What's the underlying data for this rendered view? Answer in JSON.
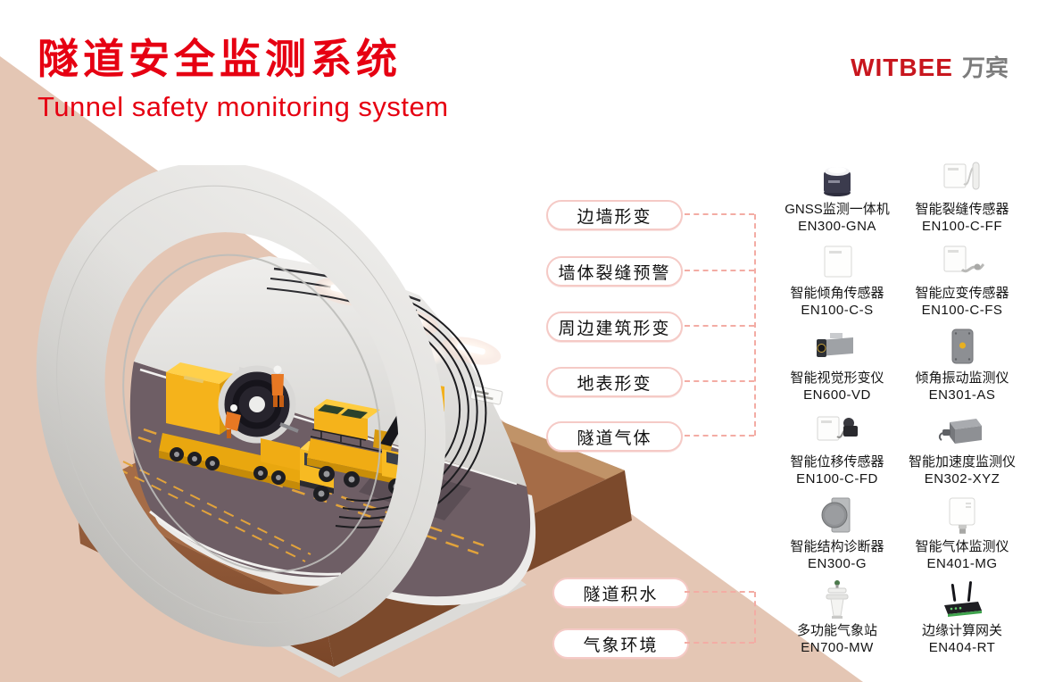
{
  "header": {
    "title": "隧道安全监测系统",
    "subtitle": "Tunnel safety monitoring system",
    "brand_en": "WITBEE",
    "brand_cn": "万宾"
  },
  "colors": {
    "accent_red": "#E60012",
    "brand_red": "#C8161E",
    "brand_gray": "#7C7C7C",
    "pill_border": "#F5CAC6",
    "dash_pink": "#F3ACA4",
    "beige_triangle": "#E4C6B4"
  },
  "categories": [
    {
      "label": "边墙形变"
    },
    {
      "label": "墙体裂缝预警"
    },
    {
      "label": "周边建筑形变"
    },
    {
      "label": "地表形变"
    },
    {
      "label": "隧道气体"
    },
    {
      "label": "隧道积水"
    },
    {
      "label": "气象环境"
    }
  ],
  "devices": [
    {
      "name": "GNSS监测一体机",
      "model": "EN300-GNA"
    },
    {
      "name": "智能裂缝传感器",
      "model": "EN100-C-FF"
    },
    {
      "name": "智能倾角传感器",
      "model": "EN100-C-S"
    },
    {
      "name": "智能应变传感器",
      "model": "EN100-C-FS"
    },
    {
      "name": "智能视觉形变仪",
      "model": "EN600-VD"
    },
    {
      "name": "倾角振动监测仪",
      "model": "EN301-AS"
    },
    {
      "name": "智能位移传感器",
      "model": "EN100-C-FD"
    },
    {
      "name": "智能加速度监测仪",
      "model": "EN302-XYZ"
    },
    {
      "name": "智能结构诊断器",
      "model": "EN300-G"
    },
    {
      "name": "智能气体监测仪",
      "model": "EN401-MG"
    },
    {
      "name": "多功能气象站",
      "model": "EN700-MW"
    },
    {
      "name": "边缘计算网关",
      "model": "EN404-RT"
    }
  ]
}
